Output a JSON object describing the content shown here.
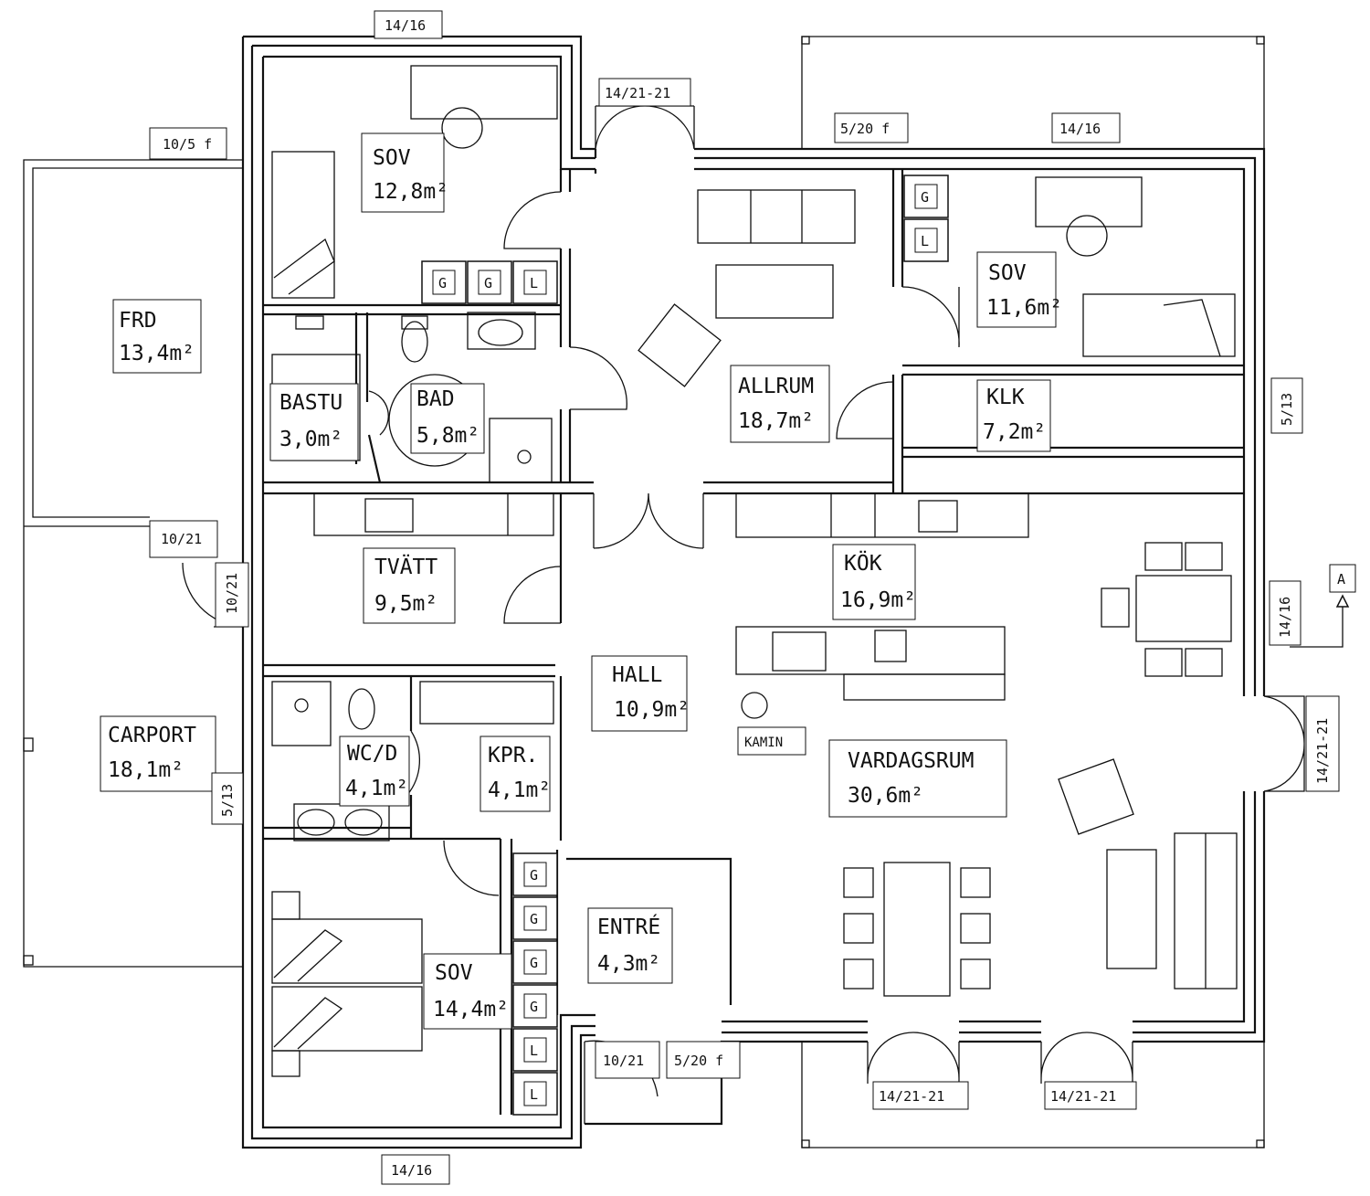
{
  "rooms": [
    {
      "name": "SOV",
      "area": "12,8",
      "unit": "m²"
    },
    {
      "name": "FRD",
      "area": "13,4",
      "unit": "m²"
    },
    {
      "name": "BASTU",
      "area": "3,0",
      "unit": "m²"
    },
    {
      "name": "BAD",
      "area": "5,8",
      "unit": "m²"
    },
    {
      "name": "ALLRUM",
      "area": "18,7",
      "unit": "m²"
    },
    {
      "name": "SOV",
      "area": "11,6",
      "unit": "m²"
    },
    {
      "name": "KLK",
      "area": "7,2",
      "unit": "m²"
    },
    {
      "name": "TVÄTT",
      "area": "9,5",
      "unit": "m²"
    },
    {
      "name": "KÖK",
      "area": "16,9",
      "unit": "m²"
    },
    {
      "name": "HALL",
      "area": "10,9",
      "unit": "m²"
    },
    {
      "name": "CARPORT",
      "area": "18,1",
      "unit": "m²"
    },
    {
      "name": "WC/D",
      "area": "4,1",
      "unit": "m²"
    },
    {
      "name": "KPR.",
      "area": "4,1",
      "unit": "m²"
    },
    {
      "name": "VARDAGSRUM",
      "area": "30,6",
      "unit": "m²"
    },
    {
      "name": "ENTRÉ",
      "area": "4,3",
      "unit": "m²"
    },
    {
      "name": "SOV",
      "area": "14,4",
      "unit": "m²"
    }
  ],
  "openings": [
    "14/16",
    "14/21-21",
    "10/5 f",
    "5/20 f",
    "14/16",
    "5/13",
    "10/21",
    "10/21",
    "14/16",
    "14/21-21",
    "5/13",
    "10/21",
    "5/20 f",
    "14/21-21",
    "14/21-21",
    "14/16"
  ],
  "storage": [
    "G",
    "G",
    "L",
    "G",
    "L",
    "G",
    "G",
    "G",
    "G",
    "L",
    "L"
  ],
  "misc": {
    "kamin": "KAMIN",
    "section_mark": "A"
  }
}
